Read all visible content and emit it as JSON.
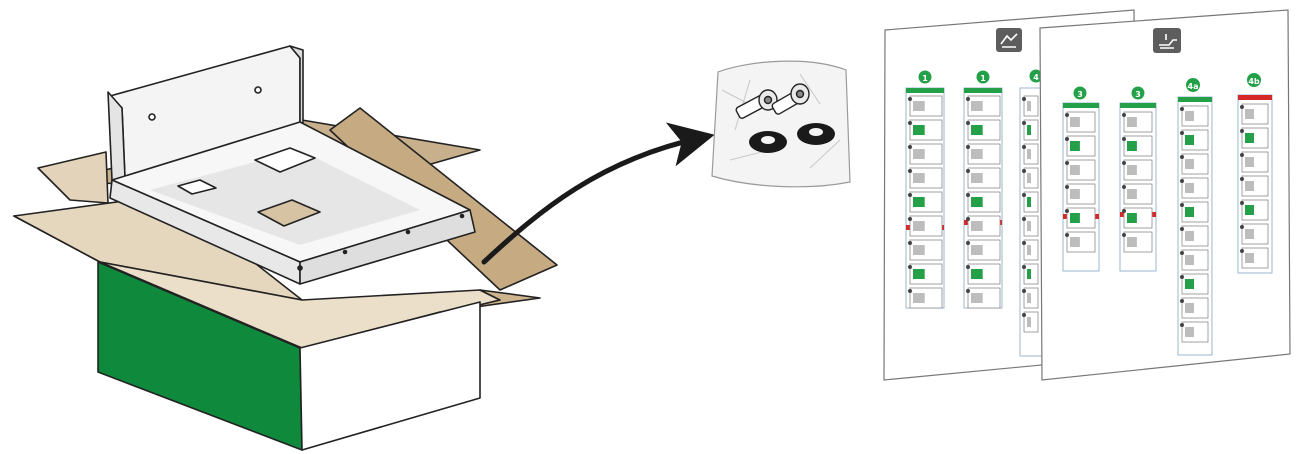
{
  "colors": {
    "box_green": "#0f8a3c",
    "cardboard": "#d9c4a4",
    "cardboard_dark": "#b79c77",
    "cardboard_light": "#ece0cc",
    "step_green": "#24a148",
    "warn_red": "#d62828",
    "icon_bg": "#5d5d5d",
    "outline": "#222222"
  },
  "icons": {
    "sheet_back": "hand-wall-icon",
    "sheet_front": "hand-bracket-icon"
  },
  "sheets": {
    "back": {
      "columns": [
        {
          "label": "1"
        },
        {
          "label": "1"
        },
        {
          "label": "4"
        }
      ]
    },
    "front": {
      "columns": [
        {
          "label": "3"
        },
        {
          "label": "3"
        },
        {
          "label": "4a"
        },
        {
          "label": "4b"
        }
      ]
    }
  }
}
